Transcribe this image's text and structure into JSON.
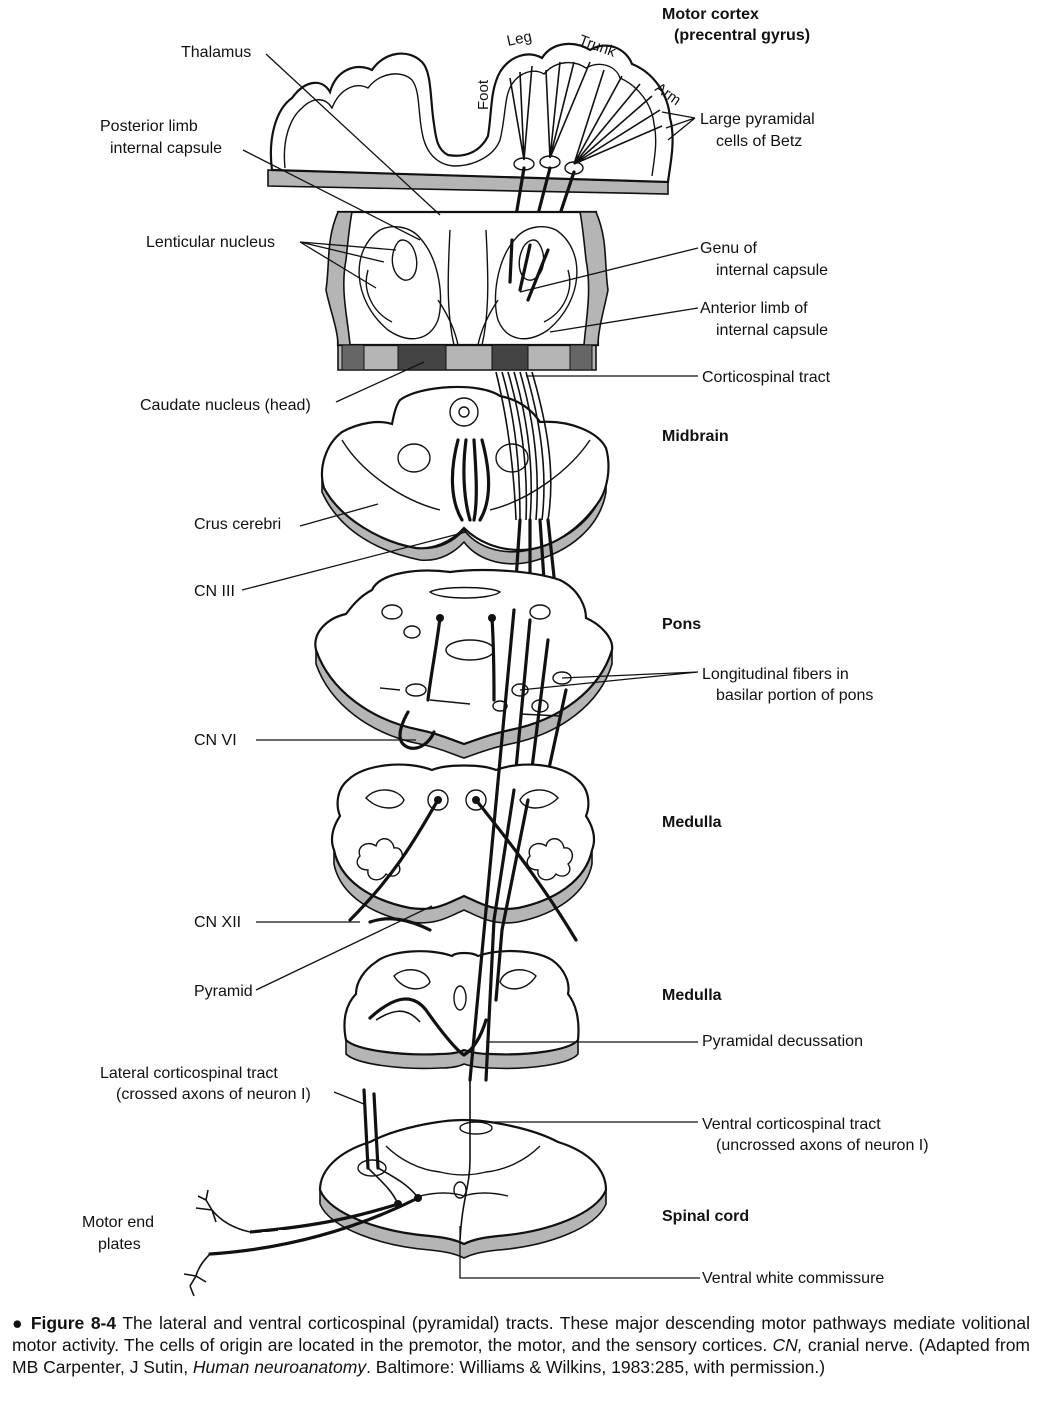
{
  "labels": {
    "motor_cortex_1": "Motor cortex",
    "motor_cortex_2": "(precentral gyrus)",
    "leg": "Leg",
    "trunk": "Trunk",
    "foot": "Foot",
    "arm": "Arm",
    "thalamus": "Thalamus",
    "posterior_limb_1": "Posterior limb",
    "posterior_limb_2": "internal capsule",
    "betz_1": "Large pyramidal",
    "betz_2": "cells of Betz",
    "lenticular": "Lenticular nucleus",
    "genu_1": "Genu of",
    "genu_2": "internal capsule",
    "anterior_limb_1": "Anterior limb of",
    "anterior_limb_2": "internal capsule",
    "corticospinal": "Corticospinal tract",
    "caudate": "Caudate nucleus (head)",
    "midbrain": "Midbrain",
    "crus": "Crus cerebri",
    "cn3": "CN III",
    "pons": "Pons",
    "longitudinal_1": "Longitudinal fibers in",
    "longitudinal_2": "basilar portion of pons",
    "cn6": "CN VI",
    "medulla_1": "Medulla",
    "cn12": "CN XII",
    "pyramid": "Pyramid",
    "medulla_2": "Medulla",
    "pyramidal_decussation": "Pyramidal decussation",
    "lateral_cst_1": "Lateral corticospinal tract",
    "lateral_cst_2": "(crossed axons of neuron I)",
    "ventral_cst_1": "Ventral corticospinal tract",
    "ventral_cst_2": "(uncrossed axons of neuron I)",
    "motor_end_1": "Motor end",
    "motor_end_2": "plates",
    "spinal_cord": "Spinal cord",
    "ventral_white": "Ventral white commissure"
  },
  "caption": {
    "figure": "Figure 8-4",
    "text_1": " The lateral and ventral corticospinal (pyramidal) tracts. These major descending motor pathways mediate volitional motor activity. The cells of origin are located in the premotor, the motor, and the sensory cortices. ",
    "cn_italic": "CN,",
    "text_2": " cranial nerve. (Adapted from MB Carpenter, J Sutin, ",
    "book_italic": "Human neuroanatomy",
    "text_3": ". Baltimore: Williams & Wilkins, 1983:285, with permission.)"
  }
}
